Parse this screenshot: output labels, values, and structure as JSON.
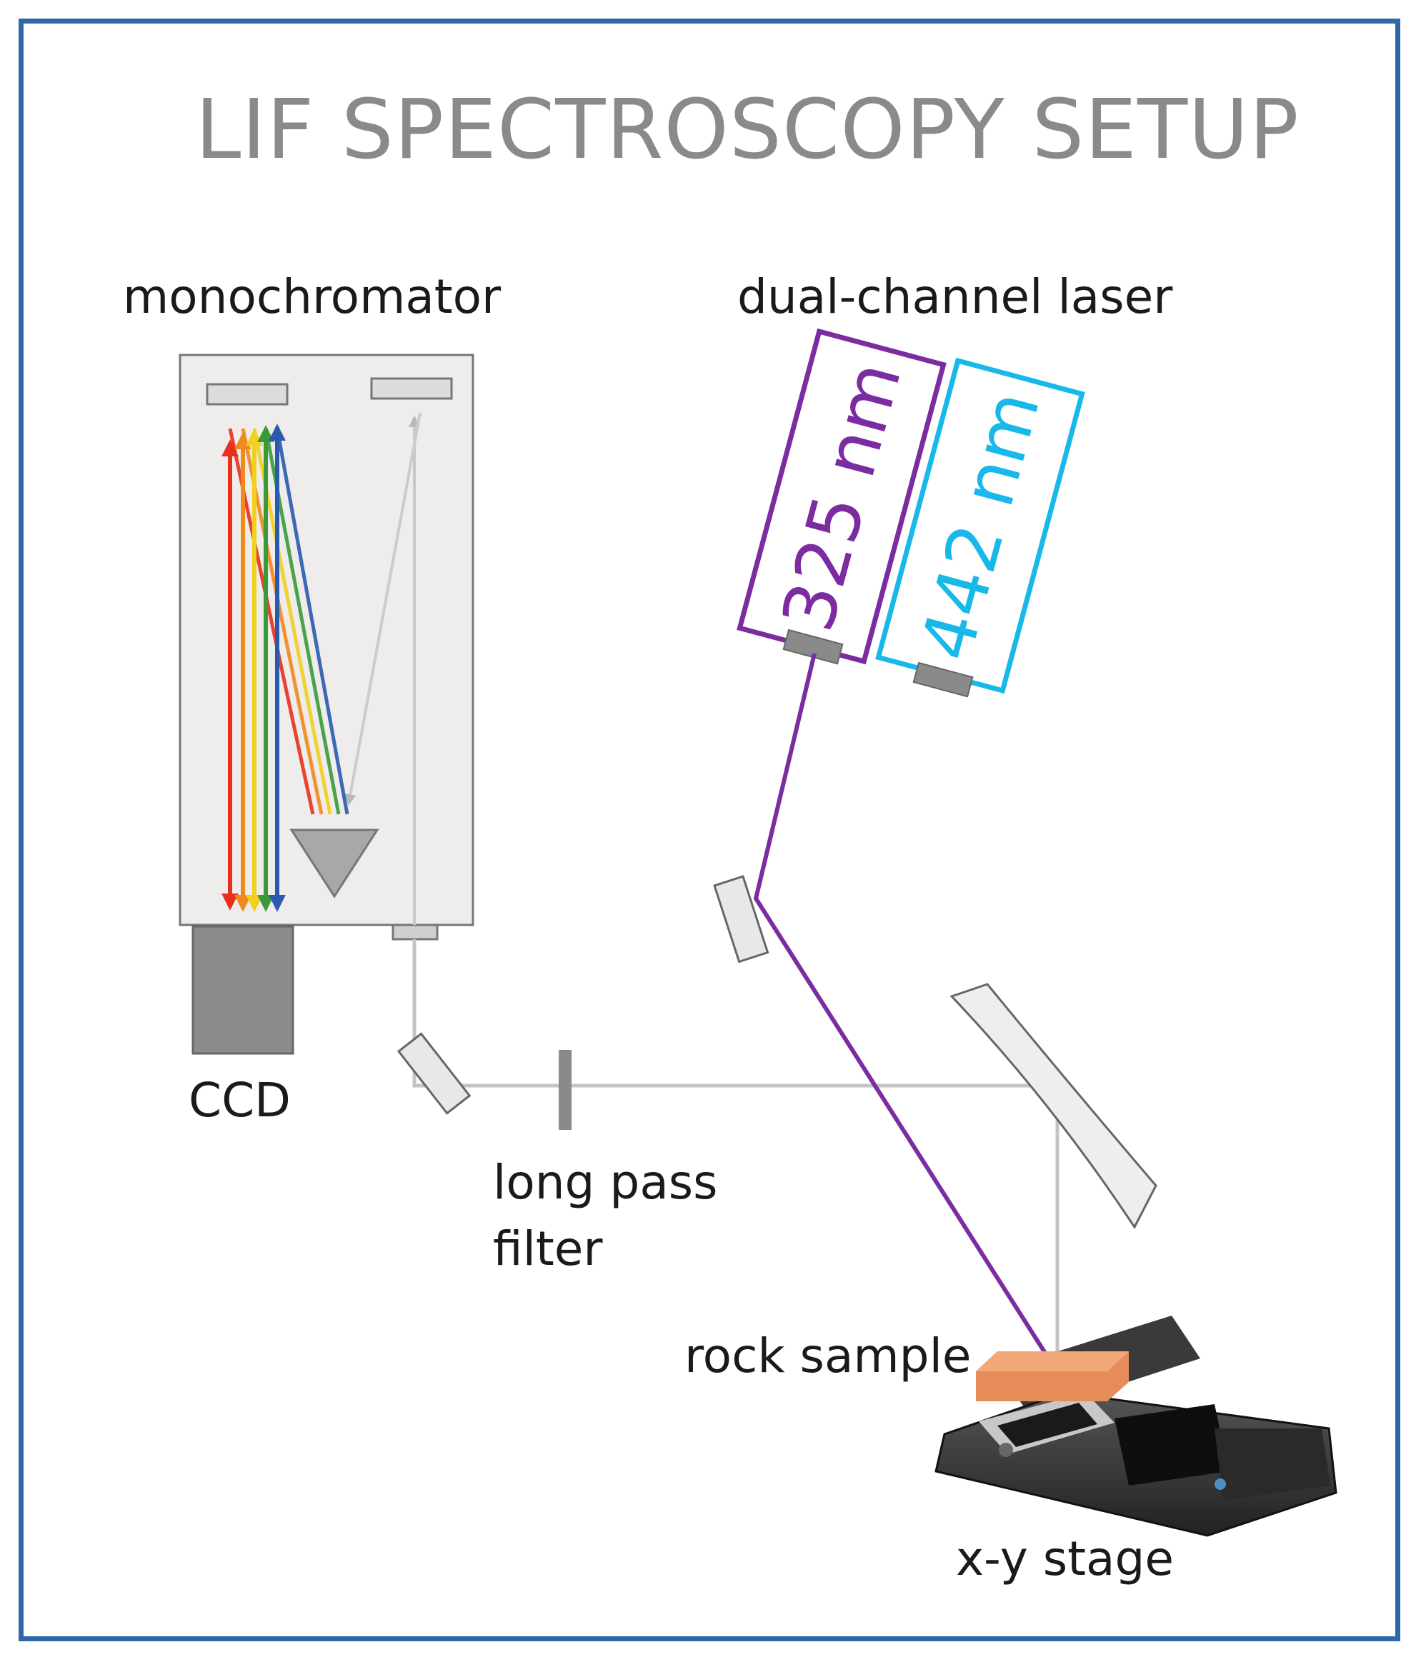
{
  "title": "LIF SPECTROSCOPY SETUP",
  "labels": {
    "monochromator": "monochromator",
    "laser": "dual-channel laser",
    "channel_a": "325 nm",
    "channel_b": "442 nm",
    "ccd": "CCD",
    "filter_line1": "long pass",
    "filter_line2": "filter",
    "sample": "rock sample",
    "stage": "x-y stage"
  },
  "colors": {
    "frame": "#2f67a8",
    "title": "#8a8a8a",
    "channel_a": "#7b2ca0",
    "channel_b": "#18b8e8",
    "beam_uv": "#7b2ca0",
    "sample": "#f0a070"
  }
}
